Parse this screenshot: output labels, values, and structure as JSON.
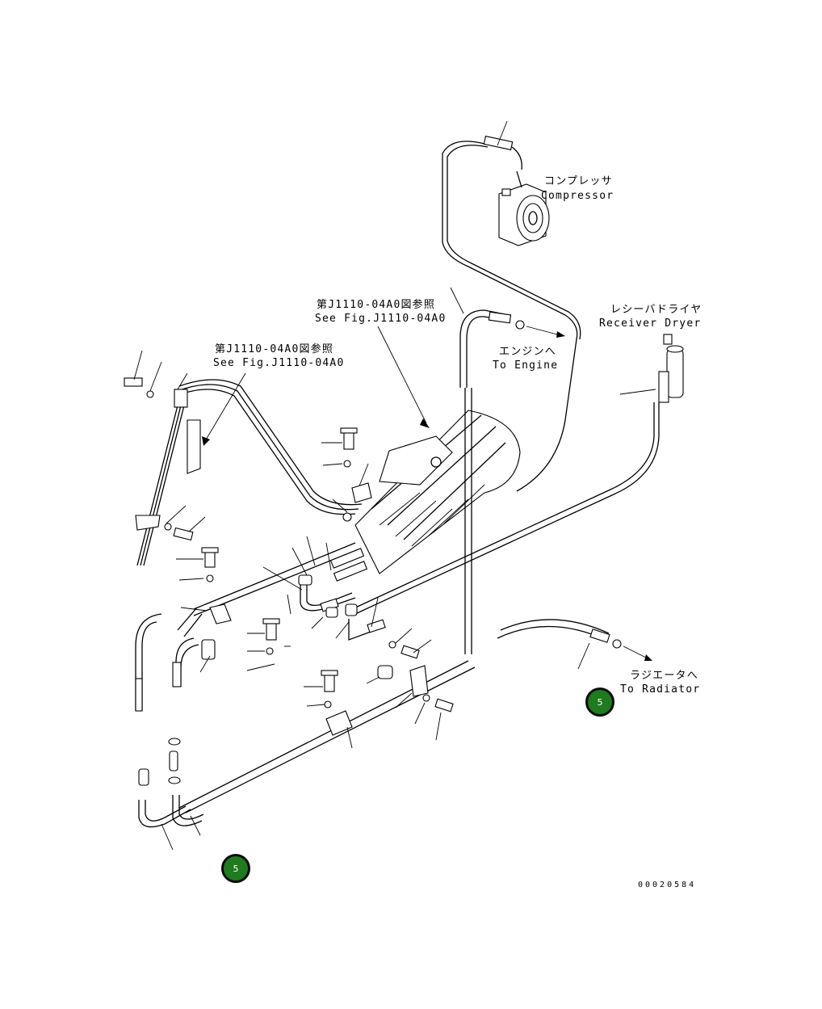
{
  "labels": {
    "compressor_ja": "コンプレッサ",
    "compressor_en": "Compressor",
    "receiver_dryer_ja": "レシーバドライヤ",
    "receiver_dryer_en": "Receiver Dryer",
    "engine_ja": "エンジンへ",
    "engine_en": "To Engine",
    "radiator_ja": "ラジエータへ",
    "radiator_en": "To Radiator",
    "see_fig_a_ja": "第J1110-04A0図参照",
    "see_fig_a_en": "See Fig.J1110-04A0",
    "see_fig_b_ja": "第J1110-04A0図参照",
    "see_fig_b_en": "See Fig.J1110-04A0"
  },
  "reference_badges": [
    {
      "label": "5"
    },
    {
      "label": "5"
    }
  ],
  "drawing_number": "00020584"
}
